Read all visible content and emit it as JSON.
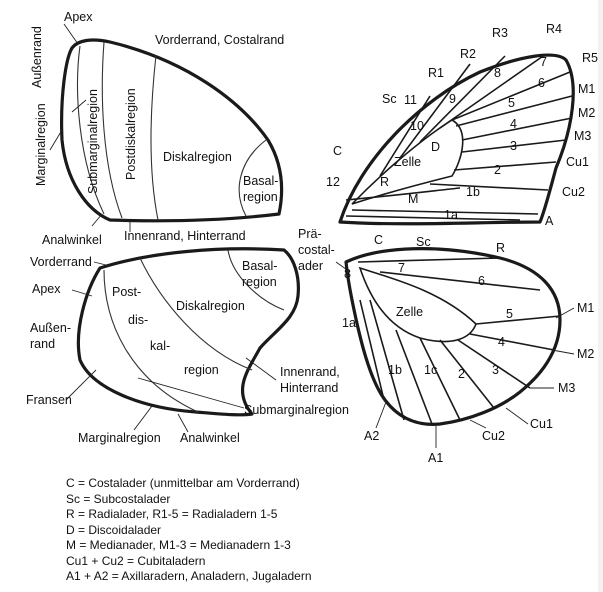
{
  "upper_left_wing": {
    "apex": "Apex",
    "outer_margin": "Außenrand",
    "costal_margin": "Vorderrand, Costalrand",
    "marginal_region": "Marginalregion",
    "submarginal_region": "Submarginalregion",
    "postdiscal_region": "Postdiskalregion",
    "discal_region": "Diskalregion",
    "basal_region_1": "Basal-",
    "basal_region_2": "region",
    "anal_angle": "Analwinkel",
    "inner_margin": "Innenrand, Hinterrand"
  },
  "lower_left_wing": {
    "costal_margin": "Vorderrand",
    "apex": "Apex",
    "outer_margin_1": "Außen-",
    "outer_margin_2": "rand",
    "fringes": "Fransen",
    "postdiscal_1": "Post-",
    "postdiscal_2": "dis-",
    "postdiscal_3": "kal-",
    "postdiscal_4": "region",
    "discal_region": "Diskalregion",
    "basal_region_1": "Basal-",
    "basal_region_2": "region",
    "inner_margin_1": "Innenrand,",
    "inner_margin_2": "Hinterrand",
    "submarginal_region": "Submarginalregion",
    "marginal_region": "Marginalregion",
    "anal_angle": "Analwinkel"
  },
  "precostal": {
    "line1": "Prä-",
    "line2": "costal-",
    "line3": "ader"
  },
  "forewing_veins": {
    "R1": "R1",
    "R2": "R2",
    "R3": "R3",
    "R4": "R4",
    "R5": "R5",
    "M1": "M1",
    "M2": "M2",
    "M3": "M3",
    "Cu1": "Cu1",
    "Cu2": "Cu2",
    "A": "A",
    "C": "C",
    "Sc": "Sc",
    "n11": "11",
    "n10": "10",
    "n9": "9",
    "n8": "8",
    "n7": "7",
    "n6": "6",
    "n5": "5",
    "n4": "4",
    "n3": "3",
    "n2": "2",
    "n1b": "1b",
    "n1a": "1a",
    "n12": "12",
    "R": "R",
    "M": "M",
    "D": "D",
    "cell": "Zelle"
  },
  "hindwing_veins": {
    "C": "C",
    "Sc": "Sc",
    "R": "R",
    "n8": "8",
    "n7": "7",
    "n6": "6",
    "n5": "5",
    "n4": "4",
    "n3": "3",
    "n2": "2",
    "n1a": "1a",
    "n1b": "1b",
    "n1c": "1c",
    "cell": "Zelle",
    "M1": "M1",
    "M2": "M2",
    "M3": "M3",
    "Cu1": "Cu1",
    "Cu2": "Cu2",
    "A1": "A1",
    "A2": "A2"
  },
  "legend": [
    "C = Costalader (unmittelbar am Vorderrand)",
    "Sc = Subcostalader",
    "R = Radialader, R1-5 = Radialadern 1-5",
    "D = Discoidalader",
    "M = Medianader, M1-3 = Medianadern 1-3",
    "Cu1 + Cu2 = Cubitaladern",
    "A1 + A2 = Axillaradern, Analadern, Jugaladern"
  ]
}
